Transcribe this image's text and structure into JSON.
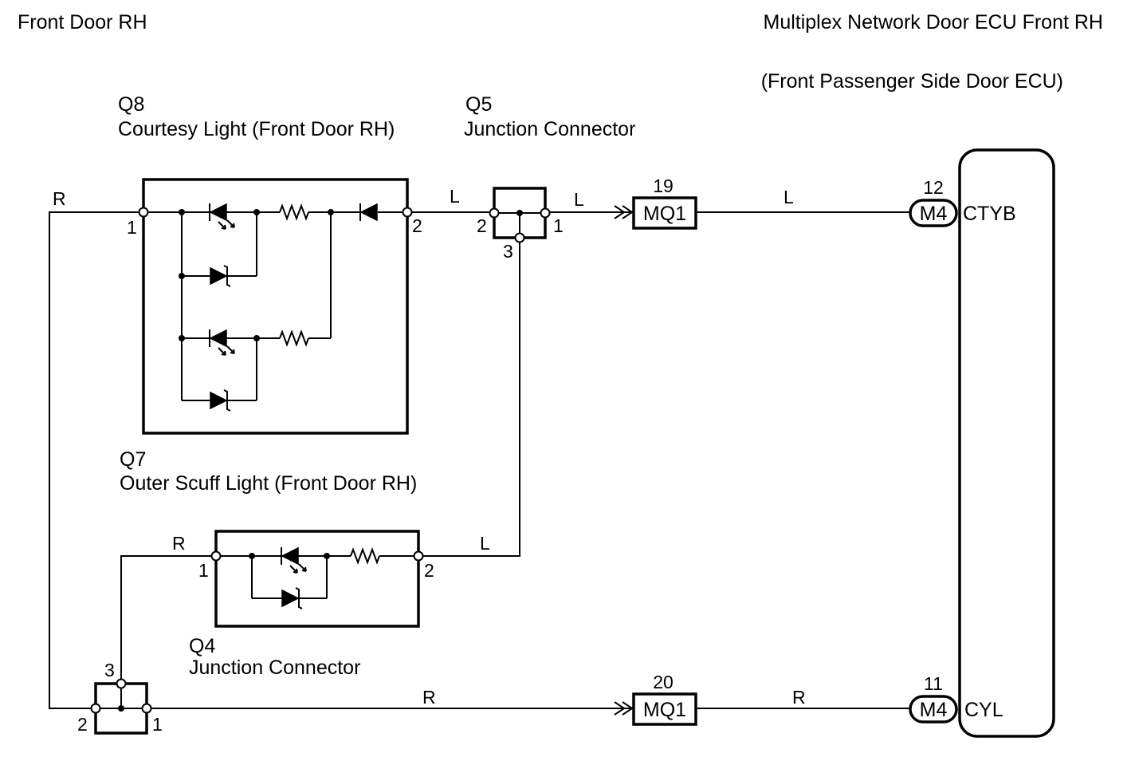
{
  "headings": {
    "left": "Front Door RH",
    "right": "Multiplex Network Door ECU Front RH",
    "right_sub": "(Front Passenger Side Door ECU)"
  },
  "components": {
    "q8": {
      "code": "Q8",
      "name": "Courtesy Light (Front Door RH)",
      "pin_left": "1",
      "pin_right": "2"
    },
    "q5": {
      "code": "Q5",
      "name": "Junction Connector",
      "pin_a": "2",
      "pin_b": "1",
      "pin_c": "3"
    },
    "q7": {
      "code": "Q7",
      "name": "Outer Scuff Light (Front Door RH)",
      "pin_left": "1",
      "pin_right": "2"
    },
    "q4": {
      "code": "Q4",
      "name": "Junction Connector",
      "pin_a": "2",
      "pin_b": "1",
      "pin_c": "3"
    }
  },
  "connectors": {
    "mq1_top": {
      "label": "MQ1",
      "pin": "19"
    },
    "mq1_bottom": {
      "label": "MQ1",
      "pin": "20"
    },
    "m4_top": {
      "label": "M4",
      "pin": "12",
      "signal": "CTYB"
    },
    "m4_bottom": {
      "label": "M4",
      "pin": "11",
      "signal": "CYL"
    }
  },
  "wires": {
    "r_left": "R",
    "l_q8_q5": "L",
    "l_q5_mq1": "L",
    "l_mq1_m4": "L",
    "r_q4_q7": "R",
    "l_q7_q5": "L",
    "r_q4_mq1": "R",
    "r_mq1_m4": "R"
  }
}
